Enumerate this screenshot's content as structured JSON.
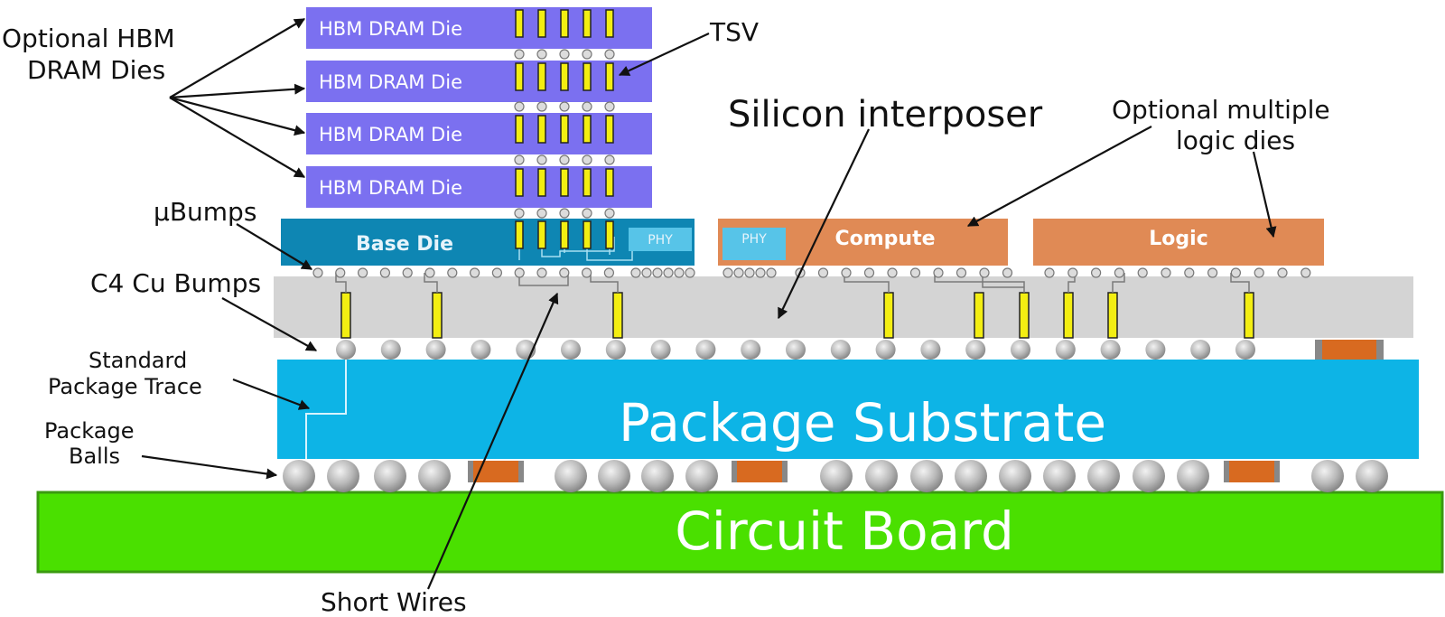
{
  "colors": {
    "hbm": "#7b70f0",
    "base_die": "#0e86b3",
    "logic_die": "#e08a55",
    "interposer": "#d4d4d4",
    "substrate": "#0db4e6",
    "board": "#4ae000",
    "board_edge": "#3a9a10",
    "tsv": "#f3ee12",
    "phy": "#57c4e8",
    "cap": "#d86a20"
  },
  "hbm_dies": [
    "HBM DRAM Die",
    "HBM DRAM Die",
    "HBM DRAM Die",
    "HBM DRAM Die"
  ],
  "dies": {
    "base": "Base Die",
    "compute": "Compute",
    "logic": "Logic",
    "phy": "PHY"
  },
  "layers": {
    "substrate": "Package Substrate",
    "board": "Circuit Board"
  },
  "labels": {
    "optional_hbm": [
      "Optional HBM",
      "DRAM Dies"
    ],
    "tsv": "TSV",
    "silicon_interposer": "Silicon interposer",
    "optional_logic": [
      "Optional multiple",
      "logic dies"
    ],
    "ubumps": "µBumps",
    "c4_bumps": "C4 Cu Bumps",
    "package_trace": [
      "Standard",
      "Package Trace"
    ],
    "package_balls": [
      "Package",
      "Balls"
    ],
    "short_wires": "Short Wires"
  },
  "icons": [
    "arrow-icon",
    "tsv-icon",
    "bump-icon",
    "solder-ball-icon",
    "capacitor-icon"
  ]
}
